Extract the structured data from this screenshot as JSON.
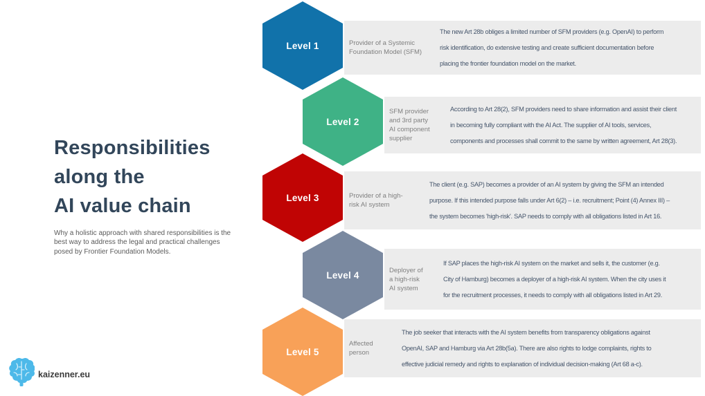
{
  "slide": {
    "title_lines": [
      "Responsibilities",
      "along the",
      "AI value chain"
    ],
    "subtitle": "Why a holistic approach with shared responsibilities is the\nbest way to address the legal and practical challenges\nposed by Frontier Foundation Models.",
    "logo": {
      "text": "kaizenner.eu",
      "icon": "brain-circuit-icon",
      "icon_color": "#4db9e9"
    }
  },
  "colors": {
    "title_text": "#32465a",
    "subtitle_text": "#5a5a5a",
    "box_background": "#ececec",
    "role_text": "#7f7f7f",
    "description_text": "#44546a",
    "level_label_text": "#ffffff"
  },
  "levels": [
    {
      "label": "Level 1",
      "hex_color": "#1172aa",
      "role": "Provider of a Systemic\nFoundation Model (SFM)",
      "description": "The new Art 28b obliges a limited number of SFM providers (e.g. OpenAI) to perform\nrisk identification, do extensive testing and create sufficient documentation before\nplacing the frontier foundation model on the market."
    },
    {
      "label": "Level 2",
      "hex_color": "#3fb286",
      "role": "SFM provider\nand 3rd party\nAI component\nsupplier",
      "description": "According to Art 28(2), SFM providers need to share information and assist their client\nin becoming fully compliant with the AI Act. The supplier of AI tools, services,\ncomponents and processes shall commit to the same by written agreement, Art 28(3)."
    },
    {
      "label": "Level 3",
      "hex_color": "#c00404",
      "role": "Provider of a high-\nrisk AI system",
      "description": "The client (e.g. SAP) becomes a provider of an AI system by giving the SFM an intended\npurpose. If this intended purpose falls under Art 6(2) – i.e. recruitment; Point (4) Annex III) –\nthe system becomes 'high-risk'. SAP needs to comply with all obligations listed in Art 16."
    },
    {
      "label": "Level 4",
      "hex_color": "#7a89a0",
      "role": "Deployer of\na high-risk\nAI system",
      "description": "If SAP places the high-risk AI system on the market and sells it, the customer (e.g.\nCity of Hamburg) becomes a deployer of a high-risk AI system. When the city uses it\nfor the recruitment processes, it needs to comply with all obligations listed in Art 29."
    },
    {
      "label": "Level 5",
      "hex_color": "#f8a158",
      "role": "Affected\nperson",
      "description": "The job seeker that interacts with the AI system benefits from transparency obligations against\nOpenAI, SAP and Hamburg via Art 28b(5a). There are also rights to lodge complaints, rights to\neffective judicial remedy and rights to explanation of individual decision-making (Art 68 a-c)."
    }
  ]
}
